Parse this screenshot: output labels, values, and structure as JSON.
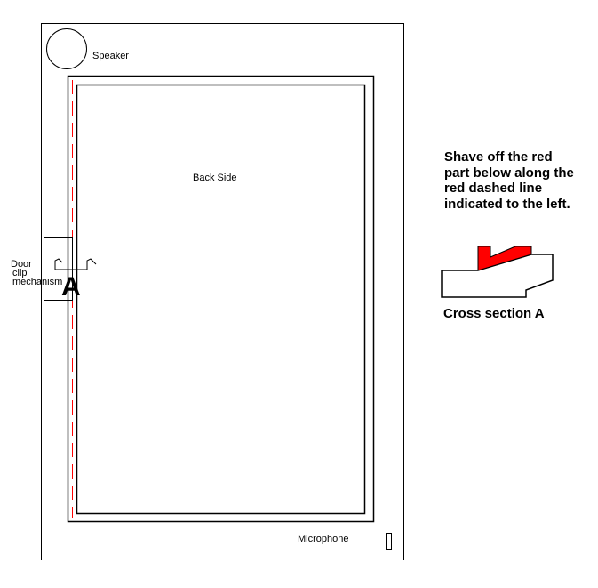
{
  "labels": {
    "speaker": "Speaker",
    "back_side": "Back Side",
    "door_clip": [
      "Door",
      "clip",
      "mechanism"
    ],
    "section_marker": "A",
    "microphone": "Microphone"
  },
  "instructions": "Shave off the red part below along the red dashed line indicated to the left.",
  "cross_section_caption": "Cross section A",
  "colors": {
    "line": "#000000",
    "cut": "#ff0000"
  }
}
